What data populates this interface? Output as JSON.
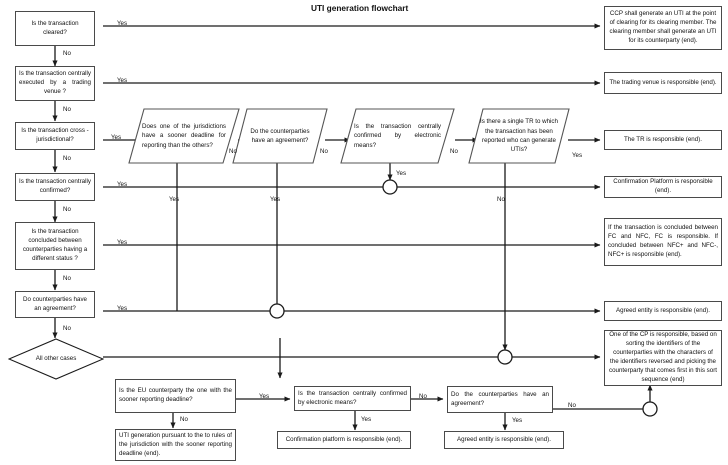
{
  "title": "UTI generation flowchart",
  "colors": {
    "stroke": "#1a1a1a",
    "node_border": "#4a4a4a",
    "background": "#ffffff",
    "text": "#111111"
  },
  "decisions": [
    {
      "id": "d1",
      "text": "Is the transaction cleared?",
      "yes_label": "Yes",
      "no_label": "No"
    },
    {
      "id": "d2",
      "text": "Is the transaction centrally executed  by a trading venue  ?",
      "yes_label": "Yes",
      "no_label": "No"
    },
    {
      "id": "d3",
      "text": "Is the transaction cross -jurisdictional?",
      "yes_label": "Yes",
      "no_label": "No"
    },
    {
      "id": "d4",
      "text": "Is the transaction centrally confirmed?",
      "yes_label": "Yes",
      "no_label": "No"
    },
    {
      "id": "d5",
      "text": "Is the transaction concluded between counterparties  having a different  status ?",
      "yes_label": "Yes",
      "no_label": "No"
    },
    {
      "id": "d6",
      "text": "Do counterparties have an agreement?",
      "yes_label": "Yes",
      "no_label": "No"
    }
  ],
  "all_other_cases": {
    "text": "All other cases"
  },
  "parallelograms": [
    {
      "id": "p1",
      "text": "Does one of the jurisdictions have a sooner deadline for reporting than the others?",
      "yes_label": "Yes",
      "no_label": "No"
    },
    {
      "id": "p2",
      "text": "Do the counterparties have an agreement?",
      "yes_label": "Yes",
      "no_label": "No"
    },
    {
      "id": "p3",
      "text": "Is the transaction centrally confirmed by electronic means?",
      "yes_label": "Yes",
      "no_label": "No"
    },
    {
      "id": "p4",
      "text": "Is there a single TR to which the transaction has been reported who can generate UTIs?",
      "yes_label": "Yes",
      "no_label": "No"
    }
  ],
  "outcomes": [
    {
      "id": "o1",
      "text": "CCP shall generate an UTI at the point of clearing for its clearing member. The clearing member shall generate an UTI for its counterparty (end)."
    },
    {
      "id": "o2",
      "text": "The trading venue is responsible (end)."
    },
    {
      "id": "o3",
      "text": "The TR is responsible  (end)."
    },
    {
      "id": "o4",
      "text": "Confirmation Platform is responsible (end)."
    },
    {
      "id": "o5",
      "text": "If the transaction is concluded between FC and NFC, FC is responsible. If concluded between NFC+ and NFC-, NFC+ is responsible (end)."
    },
    {
      "id": "o6",
      "text": "Agreed entity is responsible  (end)."
    },
    {
      "id": "o7",
      "text": "One of the CP  is responsible, based on sorting the identifiers of the counterparties with the characters of the identifiers reversed and picking the counterparty that comes first in this sort sequence (end)"
    }
  ],
  "bottom": {
    "q1": {
      "text": "Is the EU counterparty the one with the sooner reporting deadline?",
      "yes_label": "Yes",
      "no_label": "No"
    },
    "q1_no_outcome": {
      "text": "UTI generation pursuant to the to rules of the jurisdiction with the sooner reporting deadline (end)."
    },
    "q2": {
      "text": "Is the transaction centrally confirmed by electronic means?",
      "yes_label": "Yes",
      "no_label": "No"
    },
    "q2_yes_outcome": {
      "text": "Confirmation platform is responsible (end)."
    },
    "q3": {
      "text": "Do the counterparties have an agreement?",
      "yes_label": "Yes",
      "no_label": "No"
    },
    "q3_yes_outcome": {
      "text": "Agreed entity is responsible (end)."
    },
    "q3_no_label": "No"
  },
  "edge_labels": {
    "yes": "Yes",
    "no": "No"
  }
}
